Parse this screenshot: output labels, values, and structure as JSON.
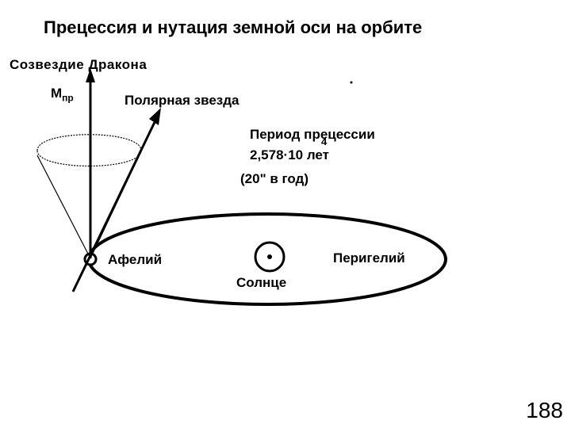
{
  "title": "Прецессия и нутация земной оси на орбите",
  "labels": {
    "constellation": "Созвездие  Дракона",
    "m_main": "M",
    "m_sub": "пр",
    "polar_star": "Полярная звезда",
    "period_title": "Период прецессии",
    "period_value": "2,578·10    лет",
    "period_exponent": "4",
    "period_rate": "(20\" в год)",
    "aphelion": "Афелий",
    "perihelion": "Перигелий",
    "sun": "Солнце"
  },
  "page_number": "188"
}
